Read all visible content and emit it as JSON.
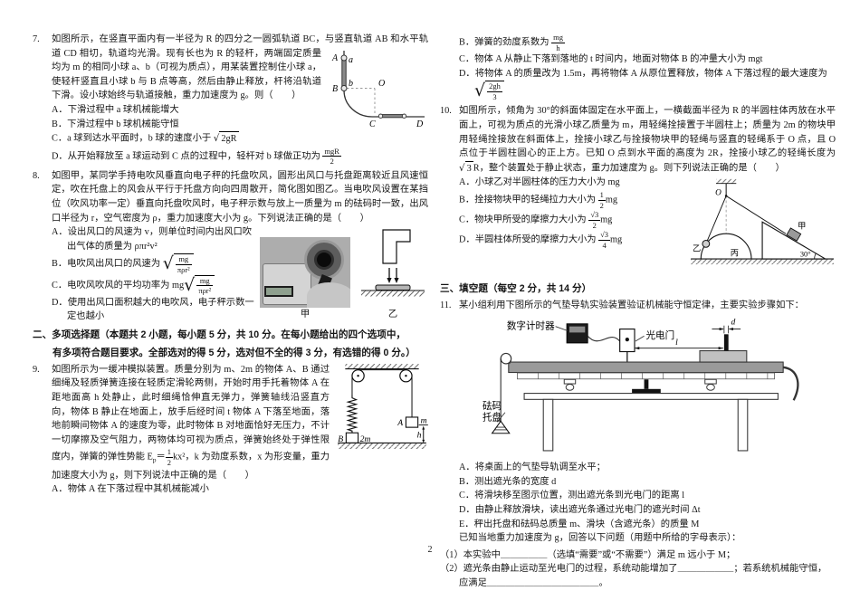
{
  "page_number": "2",
  "sections": {
    "multi1": "二、多项选择题（本题共 2 小题，每小题 5 分，共 10 分。在每小题给出的四个选项中，",
    "multi2": "有多项符合题目要求。全部选对的得 5 分，选对但不全的得 3 分，有选错的得 0 分。）",
    "fill": "三、填空题（每空 2 分，共 14 分）"
  },
  "q7": {
    "num": "7.",
    "stem1": "如图所示，在竖直平面内有一半径为 R 的四分之一圆弧轨道 BC，与竖直轨道 AB 和水平轨道",
    "stem2": "CD 相切，轨道均光滑。现有长也为 R 的轻杆，两端固定质量均为 m 的相同小球 a、b（可视为质点），用某装置控制住小球 a，使轻杆竖直且小球 b 与 B 点等高，然后由静止释放，杆将沿轨道下滑。设小球始终与轨道接触，重力加速度为 g。则（　　）",
    "optA": "A．下滑过程中 a 球机械能增大",
    "optB": "B．下滑过程中 b 球机械能守恒",
    "optC_pre": "C．a 球到达水平面时，b 球的速度小于 ",
    "optC_sqrt": "2gR",
    "optD_pre": "D．从开始释放至 a 球运动到 C 点的过程中，轻杆对 b 球做正功为 ",
    "optD_num": "mgR",
    "optD_den": "2",
    "fig": {
      "A": "A",
      "a": "a",
      "B": "B",
      "b": "b",
      "O": "O",
      "C": "C",
      "D": "D"
    }
  },
  "q8": {
    "num": "8.",
    "stem": "如图甲，某同学手持电吹风垂直向电子秤的托盘吹风，圆形出风口与托盘距离较近且风速恒定，吹在托盘上的风会从平行于托盘方向向四周散开，简化图如图乙。当电吹风设置在某挡位（吹风功率一定）垂直向托盘吹风时，电子秤示数与放上一质量为 m 的砝码时一致，出风口半径为 r，空气密度为 ρ，重力加速度大小为 g。下列说法正确的是（　　）",
    "optA": "A．设出风口的风速为 v，则单位时间内出风口吹出气体的质量为 ρπr²v²",
    "optB_pre": "B．电吹风出风口的风速为 ",
    "frac_num": "mg",
    "frac_den": "πρr²",
    "optC_pre": "C．电吹风吹风的平均功率为 mg",
    "frac_num2": "mg",
    "frac_den2": "πρr²",
    "optD": "D．使用出风口面积越大的电吹风，电子秤示数一定也越小",
    "fig": {
      "jia": "甲",
      "yi": "乙"
    }
  },
  "q9": {
    "num": "9.",
    "stem1": "如图所示为一缓冲模拟装置。质量分别为 m、2m 的物体 A、B",
    "stem2": "通过细绳及轻质弹簧连接在轻质定滑轮两侧，开始时用手托着物体 A 在距地面高 h 处静止，此时细绳恰伸直无弹力，弹簧轴线沿竖直方向，物体 B 静止在地面上，放手后经时间 t 物体 A 下落至地面，落地前瞬间物体 A 的速度为零，此时物体 B 对地面恰好无压力，不计一切摩擦及空气阻力，两物体均可视为质点，弹簧始终处于弹性限度内，弹簧的弹性势能 E",
    "sub_p": "p",
    "eq": "＝",
    "ep_num": "1",
    "ep_den": "2",
    "stem3": "kx²，k 为劲度系数，x 为形变量，重力加速度大小为 g，则下列说法中正确的是（　　）",
    "optA": "A．物体 A 在下落过程中其机械能减小",
    "optB_pre": "B．弹簧的劲度系数为 ",
    "optB_num": "mg",
    "optB_den": "h",
    "optC": "C．物体 A 从静止下落到落地的 t 时间内，地面对物体 B 的冲量大小为 mgt",
    "optD_pre": "D．将物体 A 的质量改为 1.5m，再将物体 A 从原位置释放，物体 A 下落过程的最大速度为 ",
    "optD_num": "2gh",
    "optD_den": "3",
    "fig": {
      "B": "B",
      "m2": "2m",
      "A": "A",
      "m": "m",
      "h": "h"
    }
  },
  "q10": {
    "num": "10.",
    "stem_pre": "如图所示，倾角为 30°的斜面体固定在水平面上，一横截面半径为 R 的半圆柱体丙放在水平面上，可视为质点的光滑小球乙质量为 m，用轻绳拴接置于半圆柱上；质量为 2m 的物块甲用轻绳拴接放在斜面体上，拴接小球乙与拴接物块甲的轻绳与竖直的轻绳系于 O 点，且 O 点位于半圆柱圆心的正上方。已知 O 点到水平面的高度为 2R，拴接小球乙的轻绳长度为 ",
    "stem_rad": "3",
    "stem_rad_suf": "R",
    "stem_post": "，整个装置处于静止状态，重力加速度为 g。则下列说法正确的是（　　）",
    "optA": "A．小球乙对半圆柱体的压力大小为 mg",
    "optB_pre": "B．拴接物块甲的轻绳拉力大小为 ",
    "optB_num": "1",
    "optB_den": "2",
    "optB_suf": "mg",
    "optC_pre": "C．物块甲所受的摩擦力大小为 ",
    "optC_num": "√3",
    "optC_den": "2",
    "optC_suf": "mg",
    "optD_pre": "D．半圆柱体所受的摩擦力大小为 ",
    "optD_num": "√3",
    "optD_den": "4",
    "optD_suf": "mg",
    "fig": {
      "O": "O",
      "yi": "乙",
      "bing": "丙",
      "jia": "甲",
      "angle": "30°"
    }
  },
  "q11": {
    "num": "11.",
    "intro": "某小组利用下图所示的气垫导轨实验装置验证机械能守恒定律，主要实验步骤如下：",
    "stepA": "A．将桌面上的气垫导轨调至水平；",
    "stepB": "B．测出遮光条的宽度 d",
    "stepC": "C．将滑块移至图示位置，测出遮光条到光电门的距离 l",
    "stepD": "D．由静止释放滑块，读出遮光条通过光电门的遮光时间 Δt",
    "stepE": "E．秤出托盘和砝码总质量 m、滑块（含遮光条）的质量 M",
    "known": "已知当地重力加速度为 g，回答以下问题（用题中所给的字母表示）：",
    "b1_pre": "（1）本实验中",
    "b1_blank": "＿＿＿＿＿",
    "b1_post": "（选填“需要”或“不需要”）满足 m 远小于 M；",
    "b2_pre": "（2）遮光条由静止运动至光电门的过程，系统动能增加了",
    "b2_blank": "＿＿＿＿＿＿",
    "b2_post": "；若系统机械能守恒，",
    "b2l2_pre": "应满足",
    "b2l2_blank": "＿＿＿＿＿＿＿＿＿＿＿＿",
    "b2l2_post": "。",
    "fig": {
      "timer": "数字计时器",
      "gate": "光电门",
      "d": "d",
      "l": "l",
      "tray1": "砝码",
      "tray2": "托盘"
    }
  }
}
